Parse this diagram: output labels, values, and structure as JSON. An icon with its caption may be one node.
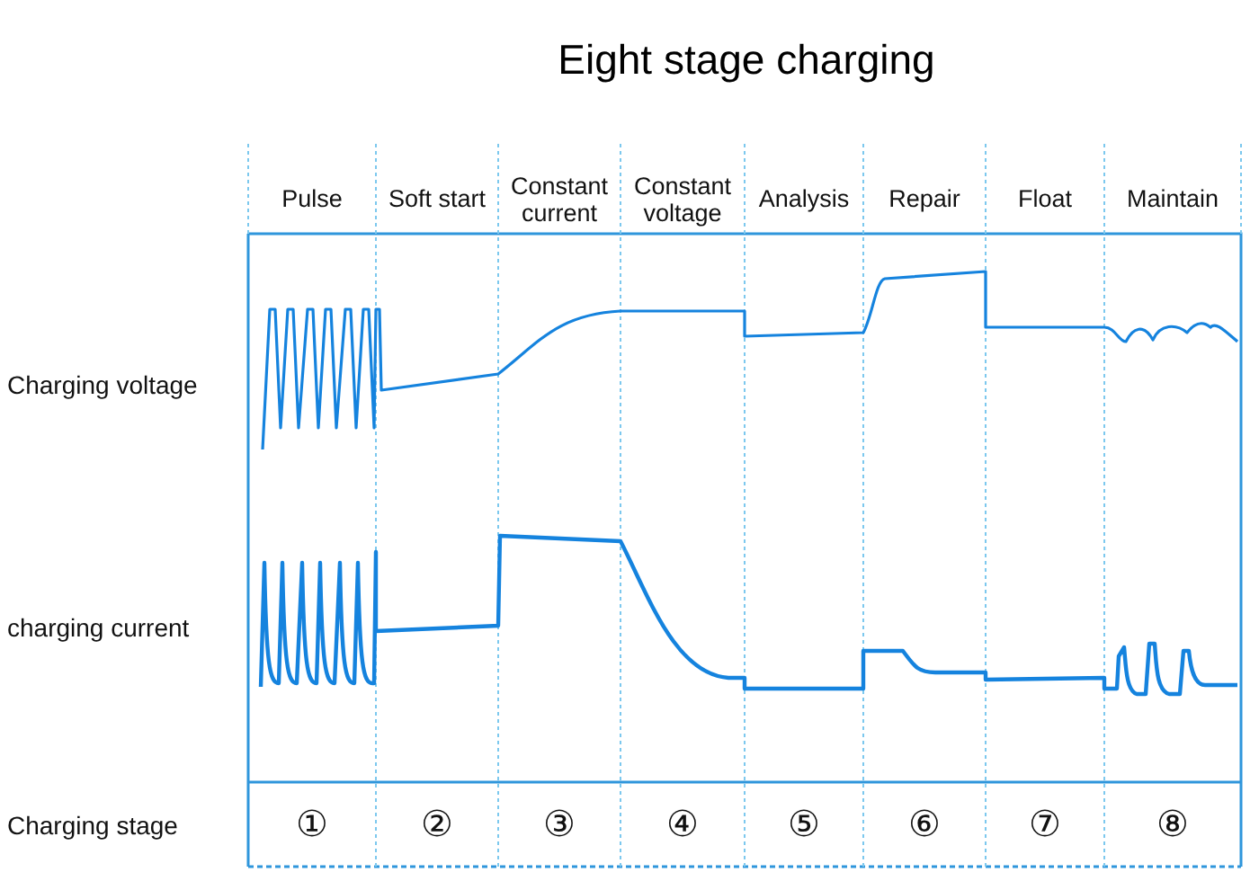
{
  "diagram": {
    "title": "Eight stage charging",
    "labels": [
      "Pulse",
      "Soft start",
      "Constant current",
      "Constant voltage",
      "Analysis",
      "Repair",
      "Float",
      "Maintain",
      "Charging voltage",
      "charging current",
      "Charging stage",
      "①",
      "②",
      "③",
      "④",
      "⑤",
      "⑥",
      "⑦",
      "⑧"
    ]
  }
}
